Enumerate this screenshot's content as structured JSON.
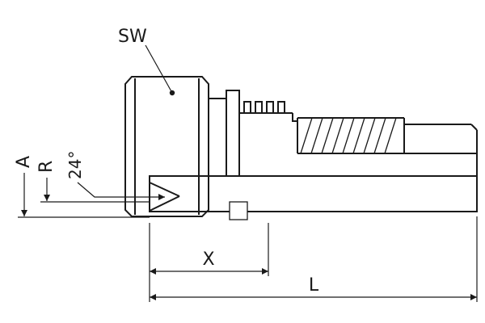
{
  "labels": {
    "sw": "SW",
    "a": "A",
    "r": "R",
    "cone_angle": "24°",
    "x": "X",
    "l": "L"
  },
  "colors": {
    "line": "#1a1a1a",
    "background": "#ffffff"
  }
}
